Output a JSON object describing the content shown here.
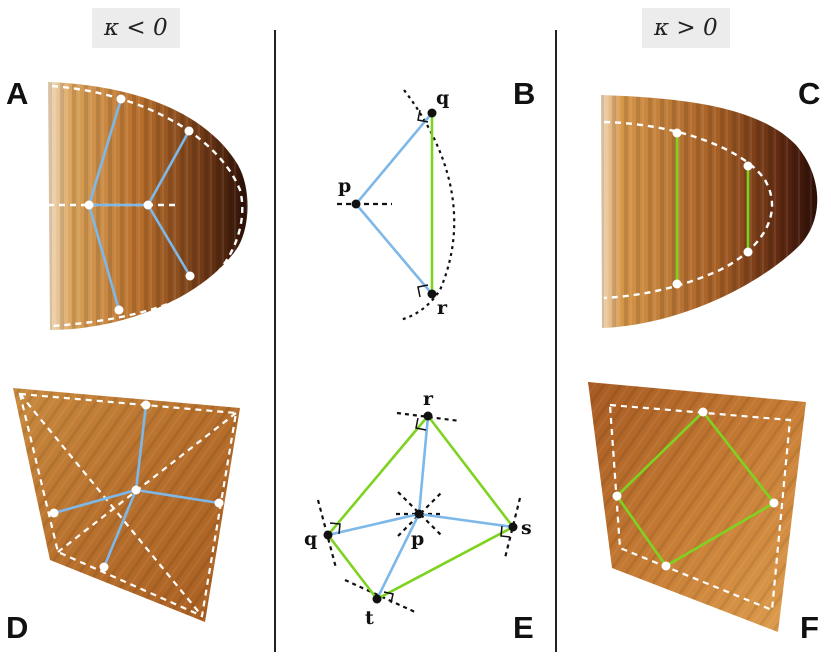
{
  "captions": {
    "left": "κ < 0",
    "right": "κ > 0"
  },
  "panels": {
    "A": "A",
    "B": "B",
    "C": "C",
    "D": "D",
    "E": "E",
    "F": "F"
  },
  "points": {
    "B": {
      "p": "p",
      "q": "q",
      "r": "r"
    },
    "E": {
      "p": "p",
      "q": "q",
      "r": "r",
      "s": "s",
      "t": "t"
    }
  },
  "colors": {
    "blue_segment": "#7db8e8",
    "green_segment": "#7ed321",
    "sheet_orange": "#c77a2a",
    "sheet_dark": "#3a180c",
    "guide_dash": "#ffffff"
  }
}
